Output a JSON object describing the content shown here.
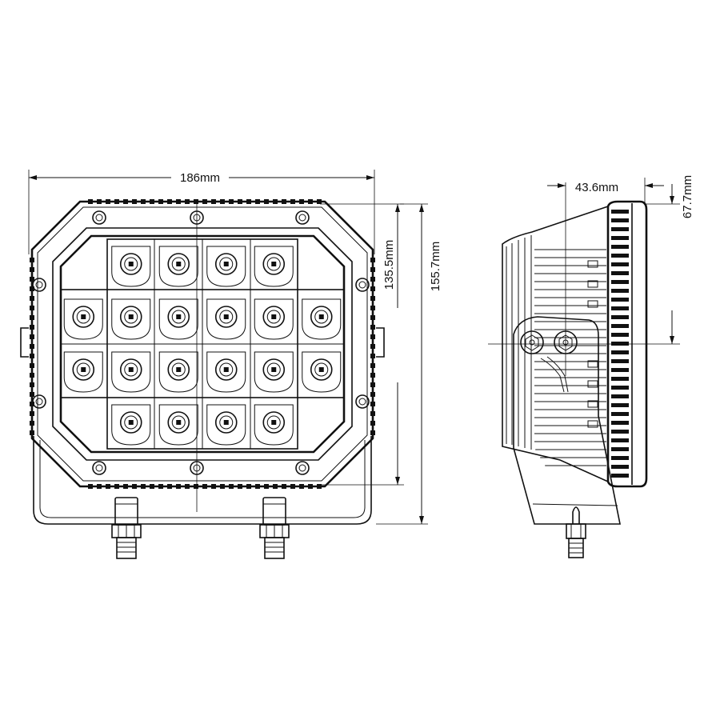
{
  "dimensions": {
    "width": "186mm",
    "inner_height": "135.5mm",
    "total_height": "155.7mm",
    "depth": "43.6mm",
    "side_offset": "67.7mm"
  },
  "colors": {
    "line": "#111111",
    "background": "#ffffff"
  },
  "front_view": {
    "led_rows": [
      4,
      6,
      6,
      4
    ]
  }
}
